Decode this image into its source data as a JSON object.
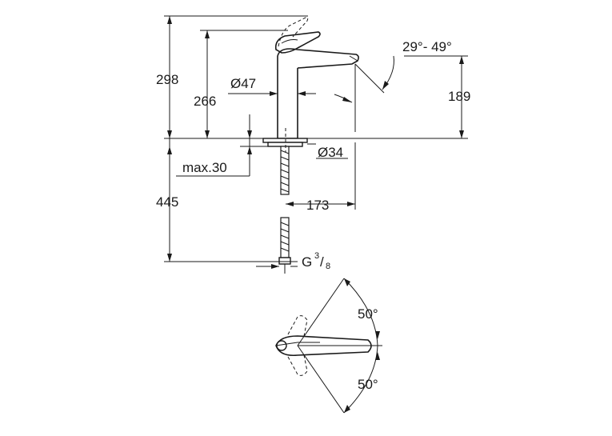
{
  "dimensions": {
    "total_height": "298",
    "spout_height": "266",
    "spout_base_height": "189",
    "body_diameter": "Ø47",
    "hole_diameter": "Ø34",
    "max_thickness": "max.30",
    "hose_length": "445",
    "spout_reach": "173",
    "spout_angle": "29°- 49°",
    "thread_prefix": "G",
    "thread_num": "3",
    "thread_den": "8",
    "swivel_left": "50°",
    "swivel_right": "50°"
  }
}
